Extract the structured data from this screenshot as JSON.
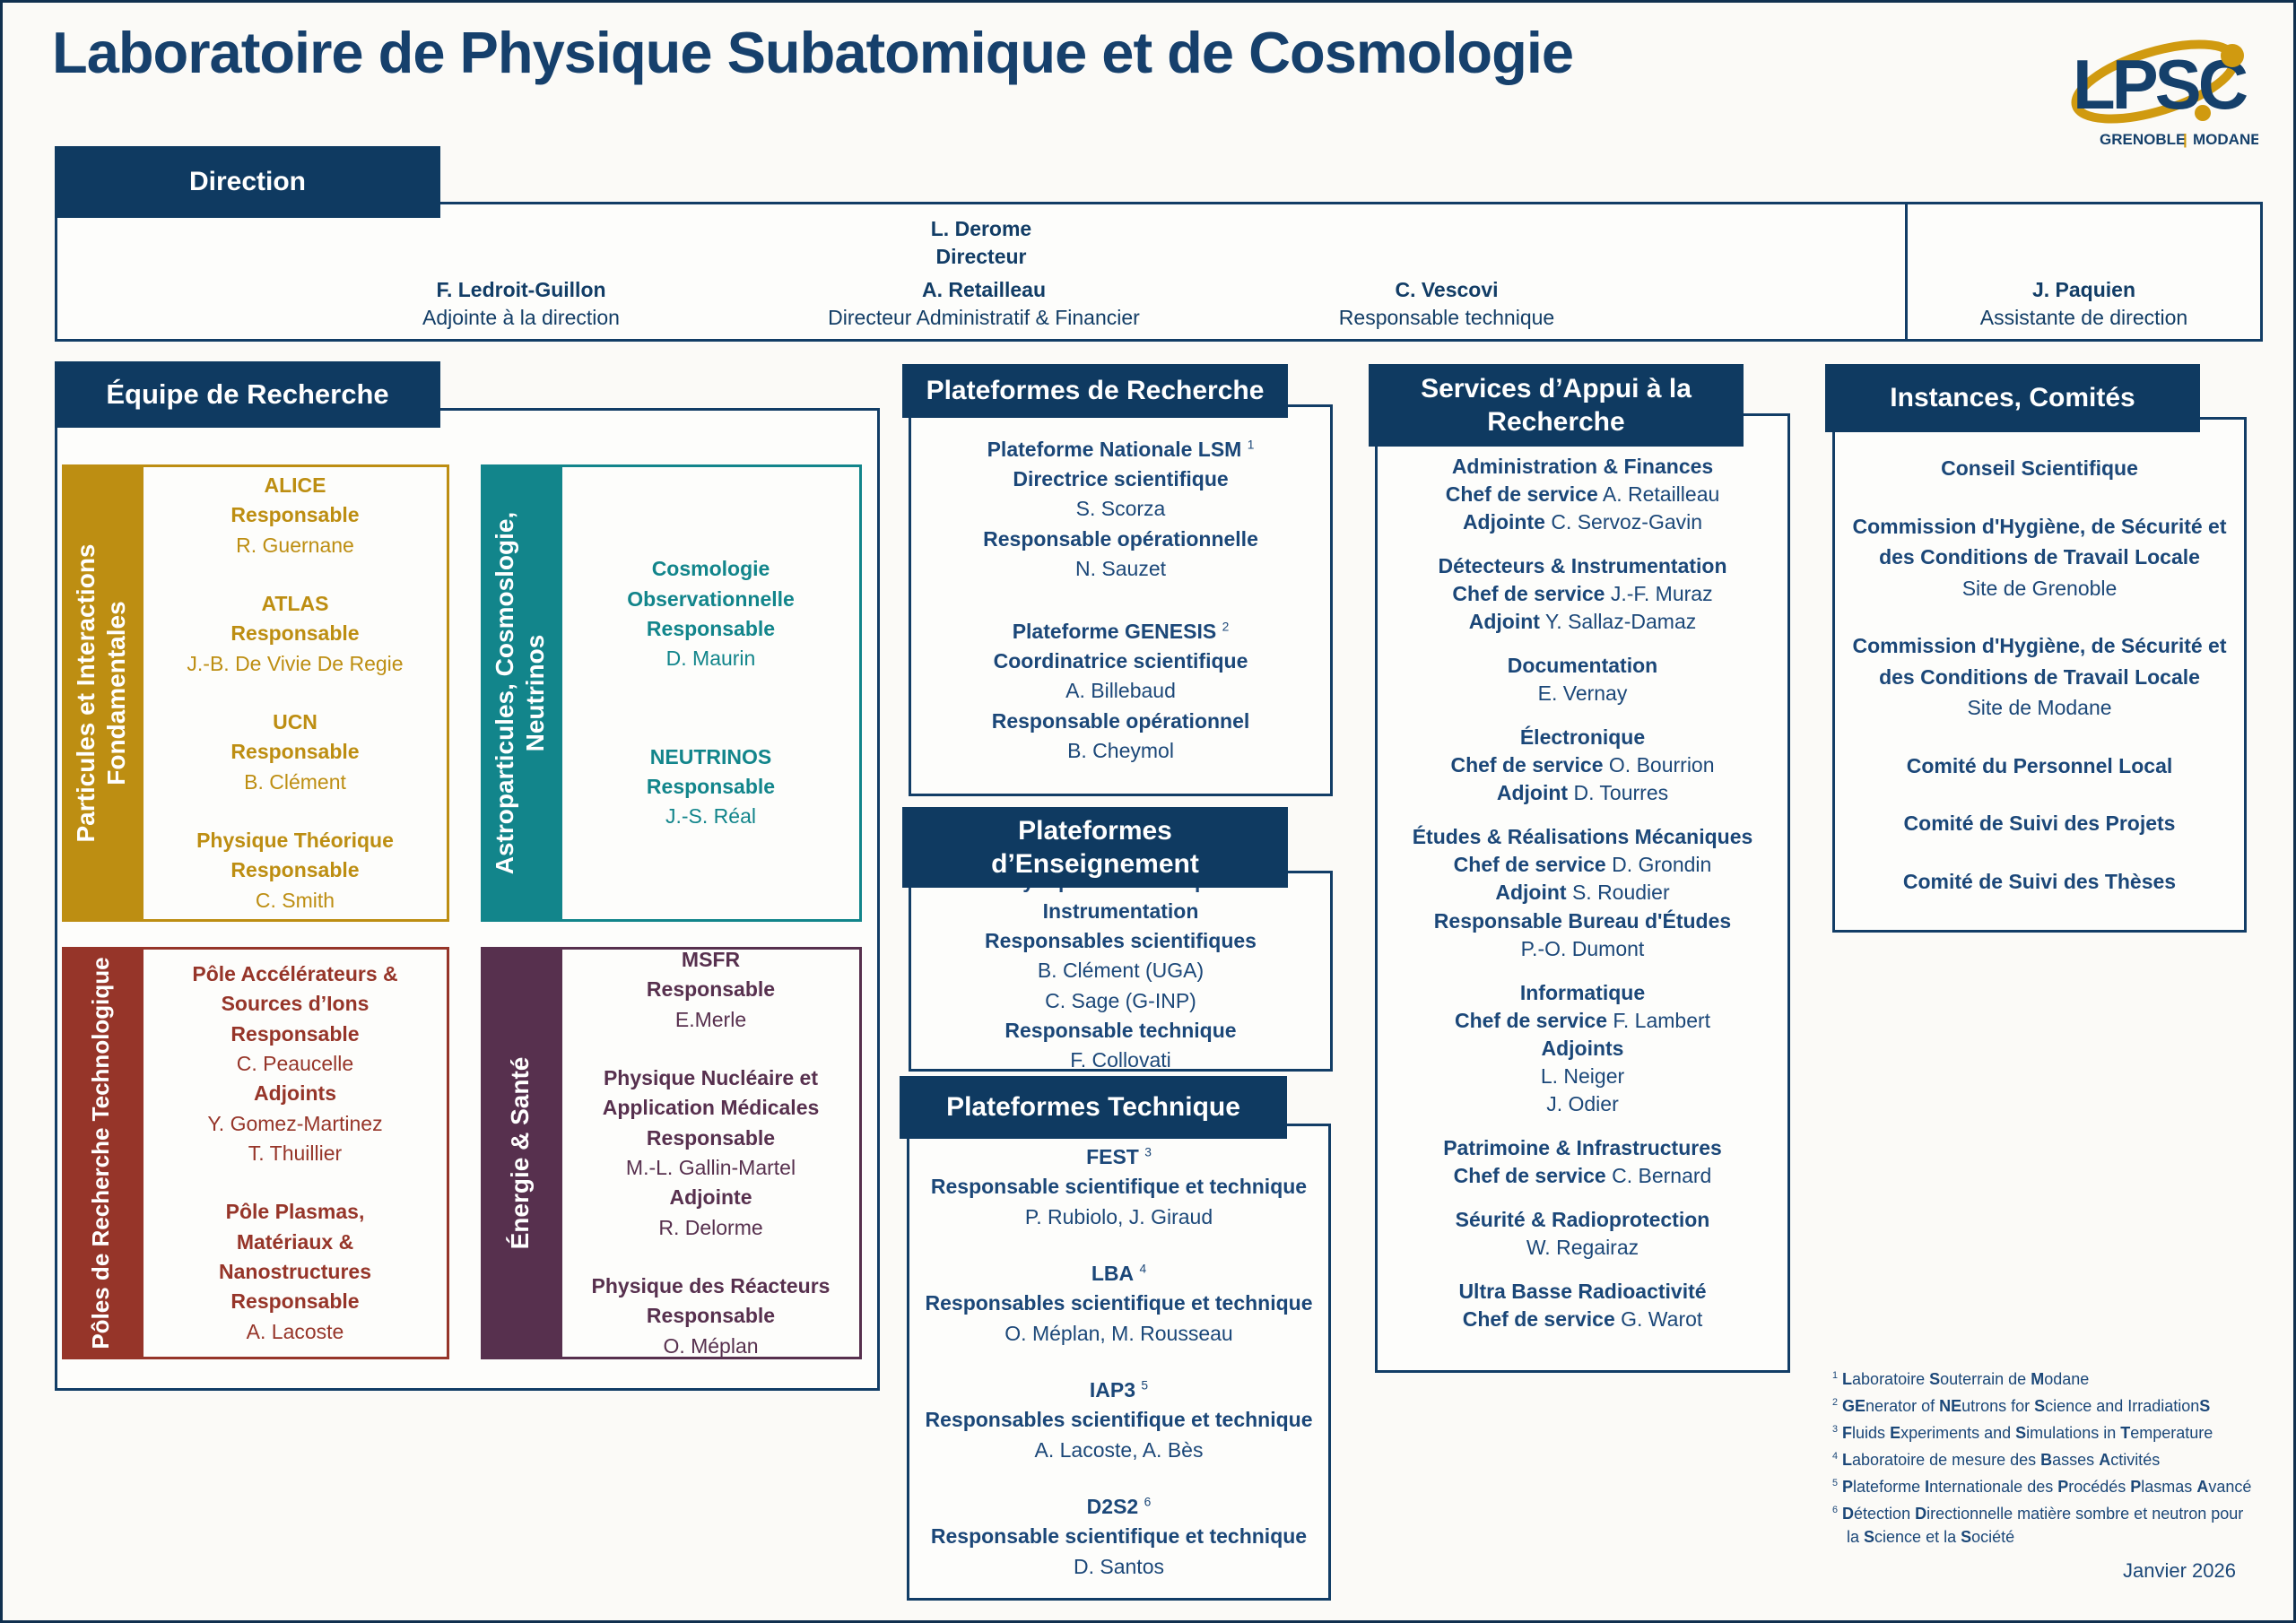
{
  "page": {
    "title": "Laboratoire de Physique Subatomique et de Cosmologie",
    "date": "Janvier 2026"
  },
  "logo": {
    "text": "LPSC",
    "caption_left": "GRENOBLE",
    "caption_sep": "|",
    "caption_right": "MODANE"
  },
  "colors": {
    "navy": "#0f3a61",
    "gold": "#bd8e12",
    "teal": "#12858b",
    "red": "#963529",
    "purple": "#57304e"
  },
  "direction": {
    "header": "Direction",
    "director_name": "L. Derome",
    "director_role": "Directeur",
    "members": [
      {
        "name": "F. Ledroit-Guillon",
        "role": "Adjointe à la direction"
      },
      {
        "name": "A. Retailleau",
        "role": "Directeur Administratif & Financier"
      },
      {
        "name": "C. Vescovi",
        "role": "Responsable technique"
      }
    ],
    "assistant_name": "J. Paquien",
    "assistant_role": "Assistante de direction"
  },
  "equipe": {
    "header": "Équipe de Recherche",
    "groups": [
      {
        "sidebar_html": "Particules et Interactions<br>Fondamentales",
        "entries": [
          "<b>ALICE</b><br><b>Responsable</b><br>R. Guernane",
          "<b>ATLAS</b><br><b>Responsable</b><br>J.-B. De Vivie De Regie",
          "<b>UCN</b><br><b>Responsable</b><br>B. Clément",
          "<b>Physique Théorique</b><br><b>Responsable</b><br>C. Smith"
        ]
      },
      {
        "sidebar_html": "Astroparticules, Cosmoslogie,<br>Neutrinos",
        "entries": [
          "<b>Cosmologie</b><br><b>Observationnelle</b><br><b>Responsable</b><br>D. Maurin",
          "<b>NEUTRINOS</b><br><b>Responsable</b><br>J.-S. Réal"
        ]
      },
      {
        "sidebar_html": "Pôles de Recherche Technologique",
        "entries": [
          "<b>Pôle Accélérateurs &amp;<br>Sources d’Ions</b><br><b>Responsable</b><br>C. Peaucelle<br><b>Adjoints</b><br>Y. Gomez-Martinez<br>T. Thuillier",
          "<b>Pôle Plasmas,<br>Matériaux &amp;<br>Nanostructures</b><br><b>Responsable</b><br>A. Lacoste"
        ]
      },
      {
        "sidebar_html": "Énergie &amp; Santé",
        "entries": [
          "<b>MSFR</b><br><b>Responsable</b><br>E.Merle",
          "<b>Physique Nucléaire et<br>Application Médicales</b><br><b>Responsable</b><br>M.-L. Gallin-Martel<br><b>Adjointe</b><br>R. Delorme",
          "<b>Physique des Réacteurs</b><br><b>Responsable</b><br>O. Méplan"
        ]
      }
    ]
  },
  "plateformes_recherche": {
    "header": "Plateformes de Recherche",
    "entries": [
      "<b>Plateforme Nationale LSM</b> <sup>1</sup><br><b>Directrice scientifique</b><br>S. Scorza<br><b>Responsable opérationnelle</b><br>N. Sauzet",
      "<b>Plateforme GENESIS</b> <sup>2</sup><br><b>Coordinatrice scientifique</b><br>A. Billebaud<br><b>Responsable opérationnel</b><br>B. Cheymol"
    ]
  },
  "plateformes_enseignement": {
    "header_html": "Plateformes<br>d’Enseignement",
    "entries": [
      "<b>Physique Subatomique &amp;<br>Instrumentation</b><br><b>Responsables scientifiques</b><br>B. Clément (UGA)<br>C. Sage (G-INP)<br><b>Responsable technique</b><br>F. Collovati"
    ]
  },
  "plateformes_technique": {
    "header": "Plateformes Technique",
    "entries": [
      "<b>FEST</b> <sup>3</sup><br><b>Responsable scientifique et technique</b><br>P. Rubiolo, J. Giraud",
      "<b>LBA</b> <sup>4</sup><br><b>Responsables scientifique et technique</b><br>O. Méplan, M. Rousseau",
      "<b>IAP3</b> <sup>5</sup><br><b>Responsables scientifique et technique</b><br>A. Lacoste, A. Bès",
      "<b>D2S2</b> <sup>6</sup><br><b>Responsable scientifique et technique</b><br>D. Santos"
    ]
  },
  "services": {
    "header_html": "Services d’Appui à la<br>Recherche",
    "entries": [
      "<b>Administration &amp; Finances</b><br><b>Chef de service</b> A. Retailleau<br><b>Adjointe</b> C. Servoz-Gavin",
      "<b>Détecteurs &amp; Instrumentation</b><br><b>Chef de service</b> J.-F. Muraz<br><b>Adjoint</b> Y. Sallaz-Damaz",
      "<b>Documentation</b><br>E. Vernay",
      "<b>Électronique</b><br><b>Chef de service</b> O. Bourrion<br><b>Adjoint</b> D. Tourres",
      "<b>Études &amp; Réalisations Mécaniques</b><br><b>Chef de service</b> D. Grondin<br><b>Adjoint</b> S. Roudier<br><b>Responsable Bureau d'Études</b><br>P.-O. Dumont",
      "<b>Informatique</b><br><b>Chef de service</b> F. Lambert<br><b>Adjoints</b><br>L. Neiger<br>J. Odier",
      "<b>Patrimoine &amp; Infrastructures</b><br><b>Chef de service</b> C. Bernard",
      "<b>Séurité &amp; Radioprotection</b><br>W. Regairaz",
      "<b>Ultra Basse Radioactivité</b><br><b>Chef de service</b> G. Warot"
    ]
  },
  "instances": {
    "header": "Instances, Comités",
    "entries": [
      "<b>Conseil Scientifique</b>",
      "<b>Commission d'Hygiène, de Sécurité et<br>des Conditions de Travail Locale</b><br>Site de Grenoble",
      "<b>Commission d'Hygiène, de Sécurité et<br>des Conditions de Travail Locale</b><br>Site de Modane",
      "<b>Comité du Personnel Local</b>",
      "<b>Comité de Suivi des Projets</b>",
      "<b>Comité de Suivi des Thèses</b>"
    ]
  },
  "footnotes": [
    "<sup>1</sup> <b>L</b>aboratoire <b>S</b>outerrain de <b>M</b>odane",
    "<sup>2</sup> <b>GE</b>nerator of <b>NE</b>utrons for <b>S</b>cience and Irradiation<b>S</b>",
    "<sup>3</sup> <b>F</b>luids <b>E</b>xperiments and <b>S</b>imulations in <b>T</b>emperature",
    "<sup>4</sup> <b>L</b>aboratoire de mesure des <b>B</b>asses <b>A</b>ctivités",
    "<sup>5</sup> <b>P</b>lateforme <b>I</b>nternationale des <b>P</b>rocédés <b>P</b>lasmas <b>A</b>vancé",
    "<sup>6</sup> <b>D</b>étection <b>D</b>irectionnelle matière sombre et neutron pour<br>la <b>S</b>cience et la <b>S</b>ociété"
  ]
}
